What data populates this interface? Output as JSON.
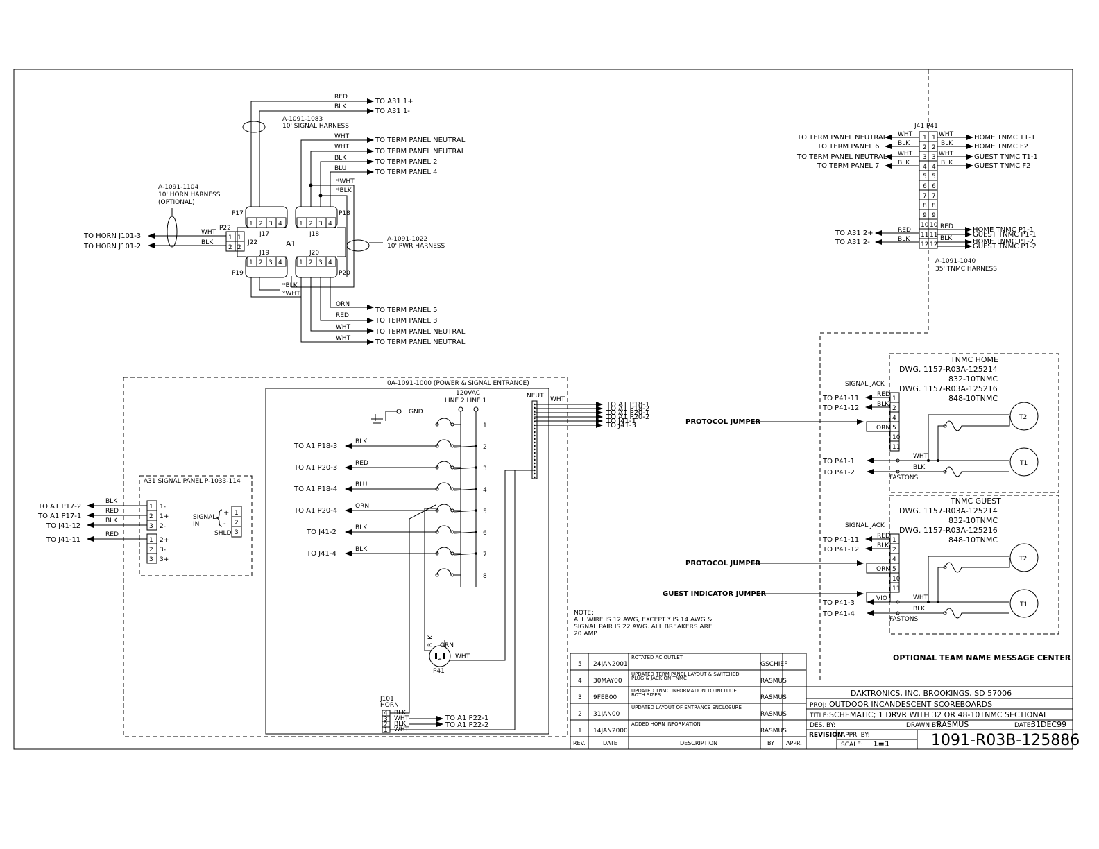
{
  "title_block": {
    "company": "DAKTRONICS, INC.   BROOKINGS, SD 57006",
    "proj_label": "PROJ:",
    "proj": "OUTDOOR INCANDESCENT SCOREBOARDS",
    "title_label": "TITLE:",
    "title": "SCHEMATIC; 1 DRVR WITH 32 OR 48-10TNMC SECTIONAL",
    "des_by_label": "DES. BY:",
    "drawn_by_label": "DRAWN BY:",
    "drawn_by": "RASMUS",
    "date_label": "DATE:",
    "date": "31DEC99",
    "revision_label": "REVISION",
    "appr_by_label": "APPR. BY:",
    "scale_label": "SCALE:",
    "scale": "1=1",
    "drawing_number": "1091-R03B-125886"
  },
  "revisions": {
    "headers": [
      "REV.",
      "DATE",
      "DESCRIPTION",
      "BY",
      "APPR."
    ],
    "rows": [
      {
        "rev": "5",
        "date": "24JAN2001",
        "desc1": "ROTATED AC OUTLET",
        "desc2": "",
        "by": "GSCHIEF"
      },
      {
        "rev": "4",
        "date": "30MAY00",
        "desc1": "UPDATED TERM PANEL LAYOUT &  SWITCHED",
        "desc2": "PLUG & JACK ON TNMC",
        "by": "RASMUS"
      },
      {
        "rev": "3",
        "date": "9FEB00",
        "desc1": "UPDATED TNMC INFORMATION TO INCLUDE",
        "desc2": "BOTH SIZES",
        "by": "RASMUS"
      },
      {
        "rev": "2",
        "date": "31JAN00",
        "desc1": "UPDATED LAYOUT OF ENTRANCE ENCLOSURE",
        "desc2": "",
        "by": "RASMUS"
      },
      {
        "rev": "1",
        "date": "14JAN2000",
        "desc1": "ADDED HORN INFORMATION",
        "desc2": "",
        "by": "RASMUS"
      }
    ]
  },
  "note": {
    "l1": "NOTE:",
    "l2": "ALL WIRE IS 12 AWG, EXCEPT * IS 14 AWG &",
    "l3": "SIGNAL PAIR IS 22 AWG.  ALL BREAKERS ARE",
    "l4": "20 AMP."
  },
  "a1": {
    "name": "A1",
    "signal_harness": [
      "A-1091-1083",
      "10' SIGNAL HARNESS"
    ],
    "horn_harness": [
      "A-1091-1104",
      "10' HORN HARNESS",
      "(OPTIONAL)"
    ],
    "pwr_harness": [
      "A-1091-1022",
      "10' PWR HARNESS"
    ],
    "plugs": {
      "p17": "P17",
      "p18": "P18",
      "p19": "P19",
      "p20": "P20",
      "p22": "P22",
      "j17": "J17",
      "j18": "J18",
      "j19": "J19",
      "j20": "J20",
      "j22": "J22"
    },
    "top_wires": [
      {
        "color": "RED",
        "to": "TO  A31  1+"
      },
      {
        "color": "BLK",
        "to": "TO  A31  1-"
      }
    ],
    "right_wires": [
      {
        "color": "WHT",
        "to": "TO  TERM  PANEL  NEUTRAL"
      },
      {
        "color": "WHT",
        "to": "TO  TERM  PANEL  NEUTRAL"
      },
      {
        "color": "BLK",
        "to": "TO  TERM  PANEL  2"
      },
      {
        "color": "BLU",
        "to": "TO  TERM  PANEL  4"
      }
    ],
    "bottom_wires": [
      {
        "color": "ORN",
        "to": "TO  TERM  PANEL  5"
      },
      {
        "color": "RED",
        "to": "TO  TERM  PANEL  3"
      },
      {
        "color": "WHT",
        "to": "TO  TERM  PANEL  NEUTRAL"
      },
      {
        "color": "WHT",
        "to": "TO  TERM  PANEL  NEUTRAL"
      }
    ],
    "star_top": [
      "*WHT",
      "*BLK"
    ],
    "star_bottom": [
      "*BLK",
      "*WHT"
    ],
    "horn_wires": [
      {
        "color": "WHT",
        "to": "TO  HORN  J101-3"
      },
      {
        "color": "BLK",
        "to": "TO  HORN  J101-2"
      }
    ]
  },
  "j41": {
    "header": "J41  P41",
    "harness": [
      "A-1091-1040",
      "35' TNMC HARNESS"
    ],
    "left": [
      {
        "pin": 1,
        "color": "WHT",
        "to": "TO  TERM  PANEL  NEUTRAL"
      },
      {
        "pin": 2,
        "color": "BLK",
        "to": "TO  TERM  PANEL  6"
      },
      {
        "pin": 3,
        "color": "WHT",
        "to": "TO  TERM  PANEL  NEUTRAL"
      },
      {
        "pin": 4,
        "color": "BLK",
        "to": "TO  TERM  PANEL  7"
      },
      {
        "pin": 11,
        "color": "RED",
        "to": "TO  A31  2+"
      },
      {
        "pin": 12,
        "color": "BLK",
        "to": "TO  A31  2-"
      }
    ],
    "right": [
      {
        "pin": 1,
        "color": "WHT",
        "to": "HOME  TNMC  T1-1"
      },
      {
        "pin": 2,
        "color": "BLK",
        "to": "HOME  TNMC  F2"
      },
      {
        "pin": 3,
        "color": "WHT",
        "to": "GUEST  TNMC  T1-1"
      },
      {
        "pin": 4,
        "color": "BLK",
        "to": "GUEST  TNMC  F2"
      },
      {
        "pin": 10,
        "color": "RED",
        "to": "HOME  TNMC  P1-1"
      },
      {
        "pin": 11,
        "color": "",
        "to": "GUEST  TNMC  P1-1"
      },
      {
        "pin": 12,
        "color": "BLK",
        "to": "HOME  TNMC  P1-2"
      },
      {
        "pin": 12,
        "color": "",
        "to": "GUEST  TNMC  P1-2"
      }
    ]
  },
  "entrance": {
    "title": "0A-1091-1000 (POWER & SIGNAL ENTRANCE)",
    "voltage": "120VAC",
    "lines": "LINE  2  LINE  1",
    "neut": "NEUT",
    "neut_wire": "WHT",
    "gnd": "GND",
    "neut_outputs": [
      "TO  A1  P18-1",
      "TO  A1  P18-2",
      "TO  A1  P20-1",
      "TO  A1  P20-2",
      "TO  J41-1",
      "TO  J41-3"
    ],
    "breakers": [
      "1",
      "2",
      "3",
      "4",
      "5",
      "6",
      "7",
      "8"
    ],
    "breaker_wires": [
      {
        "to": "TO  A1  P18-3",
        "color": "BLK"
      },
      {
        "to": "TO  A1  P20-3",
        "color": "RED"
      },
      {
        "to": "TO  A1  P18-4",
        "color": "BLU"
      },
      {
        "to": "TO  A1  P20-4",
        "color": "ORN"
      },
      {
        "to": "TO  J41-2",
        "color": "BLK"
      },
      {
        "to": "TO  J41-4",
        "color": "BLK"
      }
    ],
    "receptacle": {
      "name": "P41",
      "blk": "BLK",
      "grn": "GRN",
      "wht": "WHT"
    },
    "horn": {
      "label": [
        "J101",
        "HORN"
      ],
      "pins": [
        {
          "pin": "4",
          "color": "BLK"
        },
        {
          "pin": "3",
          "color": "WHT"
        },
        {
          "pin": "2",
          "color": "BLK"
        },
        {
          "pin": "1",
          "color": "WHT"
        }
      ],
      "outputs": [
        "TO  A1  P22-1",
        "TO  A1  P22-2"
      ]
    }
  },
  "a31": {
    "title": "A31  SIGNAL  PANEL  P-1033-114",
    "rows": [
      {
        "to": "TO  A1  P17-2",
        "color": "BLK",
        "pin": "1",
        "sig": "1-"
      },
      {
        "to": "TO  A1  P17-1",
        "color": "RED",
        "pin": "2",
        "sig": "1+"
      },
      {
        "to": "TO  J41-12",
        "color": "BLK",
        "pin": "3",
        "sig": "2-"
      },
      {
        "to": "TO  J41-11",
        "color": "RED",
        "pin": "1",
        "sig": "2+"
      },
      {
        "to": "",
        "color": "",
        "pin": "2",
        "sig": "3-"
      },
      {
        "to": "",
        "color": "",
        "pin": "3",
        "sig": "3+"
      }
    ],
    "signal_in": [
      "SIGNAL",
      "IN"
    ],
    "shld": "SHLD",
    "sig_pins": [
      "1",
      "2",
      "3"
    ],
    "plus": "+",
    "minus": "-"
  },
  "tnmc_home": {
    "title": "TNMC  HOME",
    "dwg1": "DWG.  1157-R03A-125214",
    "size1": "832-10TNMC",
    "dwg2": "DWG.  1157-R03A-125216",
    "size2": "848-10TNMC",
    "signal_jack": "SIGNAL  JACK",
    "jack_wires": [
      {
        "to": "TO  P41-11",
        "color": "RED",
        "pin": "1"
      },
      {
        "to": "TO  P41-12",
        "color": "BLK",
        "pin": "2"
      }
    ],
    "pins_rest": [
      "4",
      "5",
      "10",
      "11"
    ],
    "jumper_color": "ORN",
    "protocol_jumper": "PROTOCOL  JUMPER",
    "power": [
      {
        "to": "TO  P41-1",
        "color": "WHT"
      },
      {
        "to": "TO  P41-2",
        "color": "BLK"
      }
    ],
    "fastons": "FASTONS",
    "t2": "T2",
    "t1": "T1"
  },
  "tnmc_guest": {
    "title": "TNMC  GUEST",
    "dwg1": "DWG.  1157-R03A-125214",
    "size1": "832-10TNMC",
    "dwg2": "DWG.  1157-R03A-125216",
    "size2": "848-10TNMC",
    "signal_jack": "SIGNAL  JACK",
    "jack_wires": [
      {
        "to": "TO  P41-11",
        "color": "RED",
        "pin": "1"
      },
      {
        "to": "TO  P41-12",
        "color": "BLK",
        "pin": "2"
      }
    ],
    "pins_rest": [
      "4",
      "5",
      "10",
      "11"
    ],
    "jumper_color": "ORN",
    "guest_jumper_color": "VIO",
    "protocol_jumper": "PROTOCOL  JUMPER",
    "guest_jumper": "GUEST  INDICATOR  JUMPER",
    "power": [
      {
        "to": "TO  P41-3",
        "color": "WHT"
      },
      {
        "to": "TO  P41-4",
        "color": "BLK"
      }
    ],
    "fastons": "FASTONS",
    "t2": "T2",
    "t1": "T1"
  },
  "optional_label": "OPTIONAL  TEAM  NAME  MESSAGE  CENTER"
}
